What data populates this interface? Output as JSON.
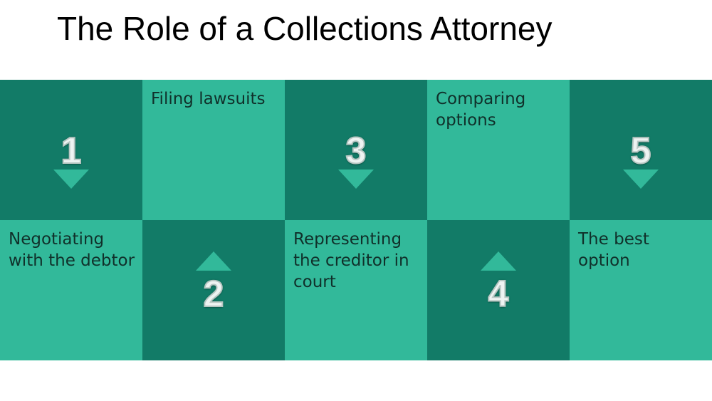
{
  "title": "The Role of a Collections Attorney",
  "colors": {
    "dark": "#127b67",
    "light": "#32b99a"
  },
  "steps": [
    {
      "number": "1",
      "label": "Negotiating with the debtor"
    },
    {
      "number": "2",
      "label": "Filing lawsuits"
    },
    {
      "number": "3",
      "label": "Representing the creditor in court"
    },
    {
      "number": "4",
      "label": "Comparing options"
    },
    {
      "number": "5",
      "label": "The best option"
    }
  ]
}
